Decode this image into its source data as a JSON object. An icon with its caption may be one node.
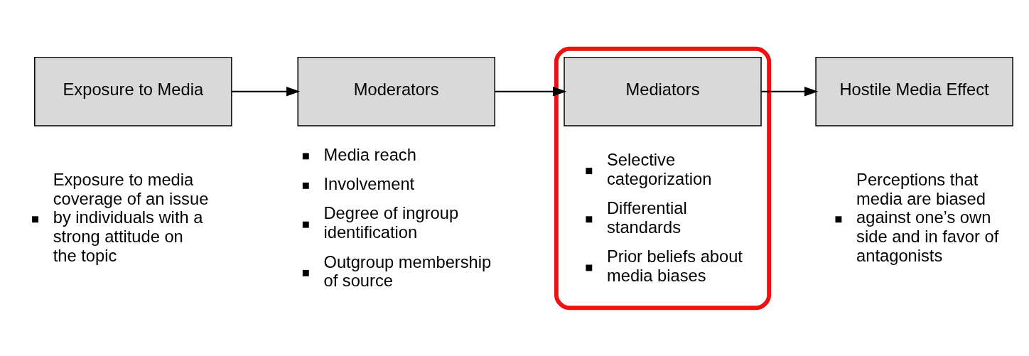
{
  "diagram": {
    "nodes": [
      {
        "text": [
          "Exposure to Media"
        ],
        "beside": [
          "Exposure to media coverage of an issue by individuals with a strong attitude on the topic"
        ]
      },
      {
        "text": [
          "Moderators"
        ],
        "beside": [
          "Media reach",
          "Involvement",
          "Degree of ingroup identification",
          "Outgroup membership of source"
        ]
      },
      {
        "text": [],
        "shape": "ellipse"
      },
      {
        "text": [
          "Mediators"
        ],
        "in": 2,
        "beside": [
          "Selective categorization",
          "Differential standards",
          "Prior beliefs about media biases"
        ]
      },
      {
        "text": [
          "Hostile Media Effect"
        ],
        "beside": [
          "Perceptions that media are biased against one’s own side and in favor of antagonists"
        ]
      }
    ],
    "edges": [
      {
        "from": 0,
        "to": 1,
        "arrow": "to"
      },
      {
        "from": 1,
        "to": 3,
        "arrow": "to"
      },
      {
        "from": 3,
        "to": 4,
        "arrow": "to"
      }
    ]
  }
}
